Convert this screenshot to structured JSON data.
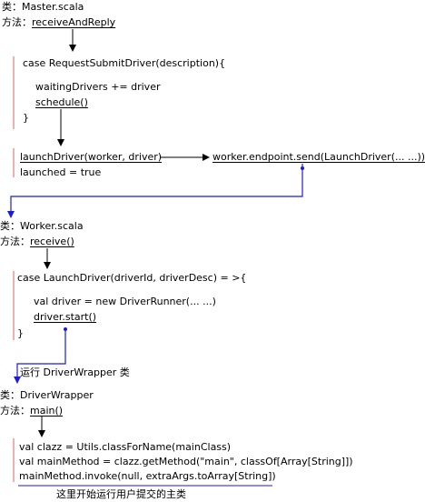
{
  "master": {
    "class_line": "类：Master.scala",
    "method_prefix": "方法：",
    "method_name": "receiveAndReply",
    "case_line": "case RequestSubmitDriver(description){",
    "waiting_line": "waitingDrivers += driver",
    "schedule_call": "schedule()",
    "close_brace": "}"
  },
  "launch": {
    "call": "launchDriver(worker, driver)",
    "launched_line": "launched = true",
    "endpoint_send": "worker.endpoint.send(LaunchDriver(... ...))"
  },
  "worker": {
    "class_line": "类：Worker.scala",
    "method_prefix": "方法：",
    "method_name": "receive()",
    "case_line": "case LaunchDriver(driverId, driverDesc) = >{",
    "val_line": "val driver = new DriverRunner(... ...)",
    "start_call": "driver.start()",
    "close_brace": "}"
  },
  "run_label": "运行 DriverWrapper 类",
  "wrapper": {
    "class_line": "类：DriverWrapper",
    "method_prefix": "方法：",
    "method_name": "main()",
    "clazz_line": "val clazz = Utils.classForName(mainClass)",
    "mainmethod_line": "val mainMethod = clazz.getMethod(\"main\", classOf[Array[String]])",
    "invoke_line": "mainMethod.invoke(null, extraArgs.toArray[String])",
    "footer_note": "这里开始运行用户提交的主类"
  },
  "colors": {
    "bracket_red": "#e06060",
    "arrow_blue": "#1a1ae0",
    "arrow_black": "#000000"
  }
}
